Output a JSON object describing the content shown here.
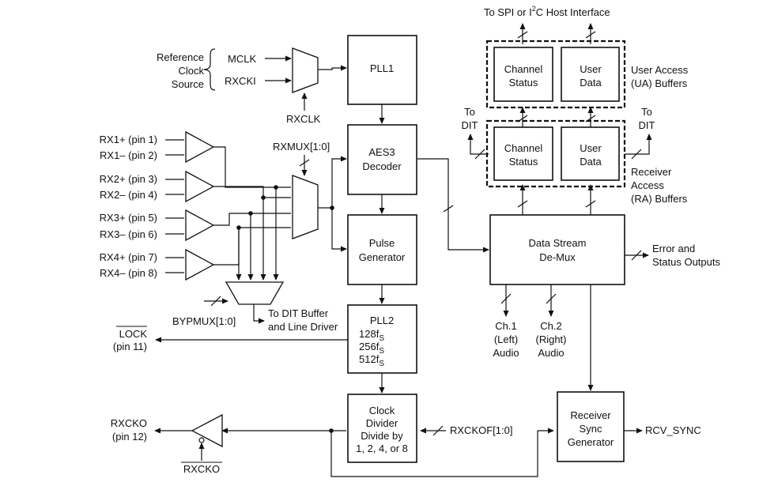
{
  "blocks": {
    "pll1": "PLL1",
    "aes3": [
      "AES3",
      "Decoder"
    ],
    "pulse_gen": [
      "Pulse",
      "Generator"
    ],
    "pll2": [
      "PLL2",
      "128f",
      "256f",
      "512f"
    ],
    "pll2_subscript": "S",
    "clock_divider": [
      "Clock",
      "Divider",
      "Divide by",
      "1, 2, 4, or 8"
    ],
    "data_stream": [
      "Data Stream",
      "De-Mux"
    ],
    "receiver_sync": [
      "Receiver",
      "Sync",
      "Generator"
    ],
    "ua_channel_status": [
      "Channel",
      "Status"
    ],
    "ua_user_data": [
      "User",
      "Data"
    ],
    "ra_channel_status": [
      "Channel",
      "Status"
    ],
    "ra_user_data": [
      "User",
      "Data"
    ]
  },
  "labels": {
    "host_interface": [
      "To SPI or I",
      "2",
      "C Host Interface"
    ],
    "ref_clock": [
      "Reference",
      "Clock",
      "Source"
    ],
    "mclk": "MCLK",
    "rxcki": "RXCKI",
    "rxclk": "RXCLK",
    "rxmux": "RXMUX[1:0]",
    "bypmux": "BYPMUX[1:0]",
    "dit_buffer": [
      "To DIT Buffer",
      "and Line Driver"
    ],
    "lock": "LOCK",
    "lock_pin": "(pin 11)",
    "rxcko": "RXCKO",
    "rxcko_pin": "(pin 12)",
    "rxcko_bar": "RXCKO",
    "rxckof": "RXCKOF[1:0]",
    "rcv_sync": "RCV_SYNC",
    "ua_buffers": [
      "User Access",
      "(UA) Buffers"
    ],
    "ra_buffers": [
      "Receiver",
      "Access",
      "(RA) Buffers"
    ],
    "to_dit_left": [
      "To",
      "DIT"
    ],
    "to_dit_right": [
      "To",
      "DIT"
    ],
    "error_status": [
      "Error  and",
      "Status Outputs"
    ],
    "ch1": [
      "Ch.1",
      "(Left)",
      "Audio"
    ],
    "ch2": [
      "Ch.2",
      "(Right)",
      "Audio"
    ]
  },
  "inputs": [
    "RX1+ (pin 1)",
    "RX1– (pin 2)",
    "RX2+ (pin 3)",
    "RX2– (pin 4)",
    "RX3+ (pin 5)",
    "RX3– (pin 6)",
    "RX4+ (pin 7)",
    "RX4– (pin 8)"
  ]
}
